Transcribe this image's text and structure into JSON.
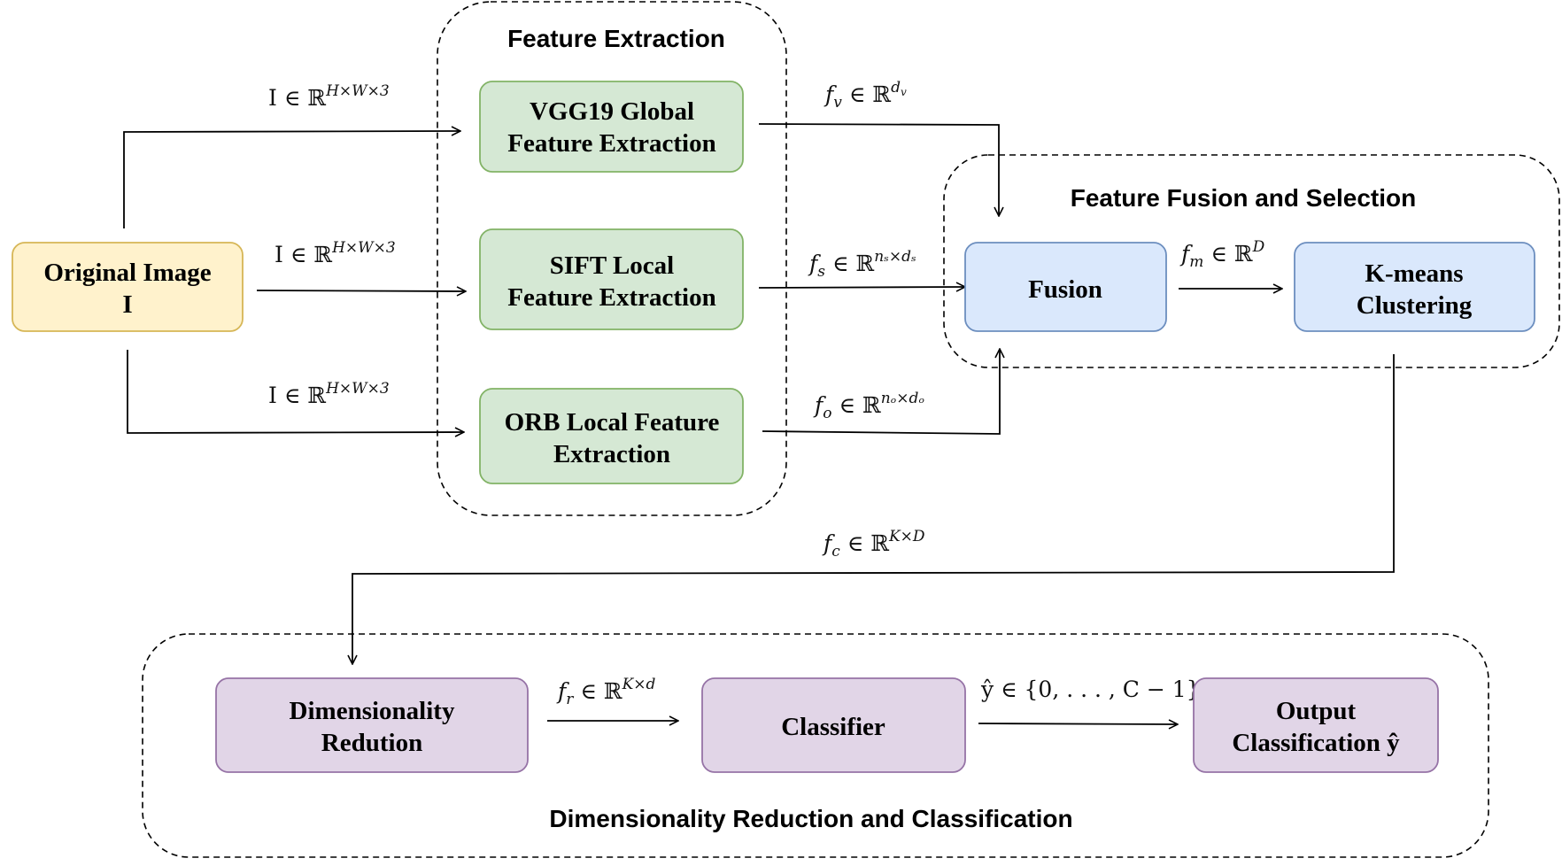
{
  "groups": {
    "feature_extraction": "Feature Extraction",
    "fusion_selection": "Feature Fusion and Selection",
    "reduction_classification": "Dimensionality Reduction and Classification"
  },
  "nodes": {
    "original_image": {
      "line1": "Original Image",
      "line2": "I",
      "fill": "#fff2cc",
      "stroke": "#d6b656"
    },
    "vgg19": {
      "line1": "VGG19 Global",
      "line2": "Feature Extraction",
      "fill": "#d5e8d4",
      "stroke": "#82b366"
    },
    "sift": {
      "line1": "SIFT Local",
      "line2": "Feature Extraction",
      "fill": "#d5e8d4",
      "stroke": "#82b366"
    },
    "orb": {
      "line1": "ORB Local Feature",
      "line2": "Extraction",
      "fill": "#d5e8d4",
      "stroke": "#82b366"
    },
    "fusion": {
      "line1": "Fusion",
      "fill": "#dae8fc",
      "stroke": "#6c8ebf"
    },
    "kmeans": {
      "line1": "K-means",
      "line2": "Clustering",
      "fill": "#dae8fc",
      "stroke": "#6c8ebf"
    },
    "dimred": {
      "line1": "Dimensionality",
      "line2": "Redution",
      "fill": "#e1d5e7",
      "stroke": "#9673a6"
    },
    "classifier": {
      "line1": "Classifier",
      "fill": "#e1d5e7",
      "stroke": "#9673a6"
    },
    "output": {
      "line1": "Output",
      "line2": "Classification ŷ",
      "fill": "#e1d5e7",
      "stroke": "#9673a6"
    }
  },
  "edge_labels": {
    "img_to_vgg": {
      "main": "I ∈ ℝ",
      "sup": "H×W×3"
    },
    "img_to_sift": {
      "main": "I ∈ ℝ",
      "sup": "H×W×3"
    },
    "img_to_orb": {
      "main": "I ∈ ℝ",
      "sup": "H×W×3"
    },
    "vgg_out": {
      "sym": "f",
      "sub": "v",
      "rel": " ∈ ℝ",
      "sup": "d",
      "supsub": "v"
    },
    "sift_out": {
      "sym": "f",
      "sub": "s",
      "rel": " ∈ ℝ",
      "sup": "nₛ×dₛ"
    },
    "orb_out": {
      "sym": "f",
      "sub": "o",
      "rel": " ∈ ℝ",
      "sup": "nₒ×dₒ"
    },
    "fusion_out": {
      "sym": "f",
      "sub": "m",
      "rel": " ∈ ℝ",
      "sup": "D"
    },
    "kmeans_out": {
      "sym": "f",
      "sub": "c",
      "rel": " ∈ ℝ",
      "sup": "K×D"
    },
    "dimred_out": {
      "sym": "f",
      "sub": "r",
      "rel": " ∈ ℝ",
      "sup": "K×d"
    },
    "classifier_out": {
      "text": "ŷ ∈ {0, . . . , C − 1}"
    }
  }
}
